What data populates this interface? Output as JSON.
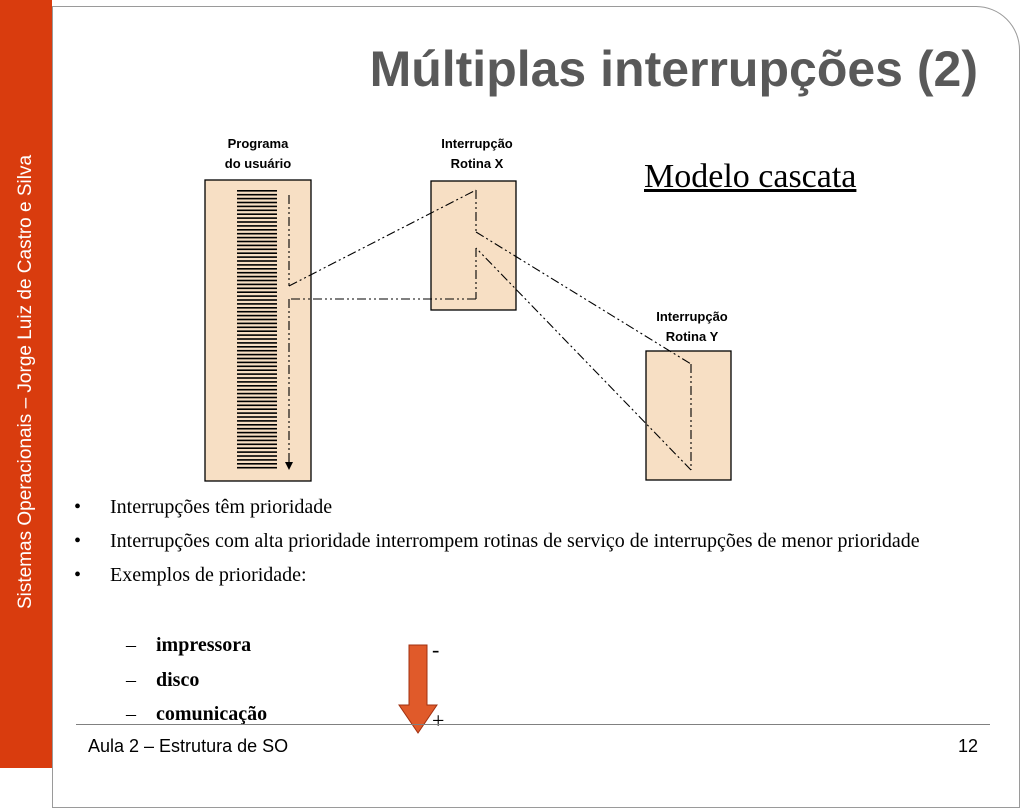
{
  "sidebar": {
    "text": "Sistemas Operacionais – Jorge Luiz de Castro e Silva"
  },
  "title": "Múltiplas interrupções (2)",
  "diagram": {
    "user_program_label_1": "Programa",
    "user_program_label_2": "do usuário",
    "routine_x_label_1": "Interrupção",
    "routine_x_label_2": "Rotina X",
    "routine_y_label_1": "Interrupção",
    "routine_y_label_2": "Rotina Y",
    "box_fill": "#f7dfc4"
  },
  "model_title": "Modelo cascata",
  "bullets": [
    "Interrupções têm prioridade",
    "Interrupções com alta prioridade interrompem rotinas de serviço de interrupções de menor prioridade",
    "Exemplos de prioridade:"
  ],
  "bullet_symbol": "•",
  "sub_dash": "–",
  "sub_items": [
    "impressora",
    "disco",
    "comunicação"
  ],
  "priority": {
    "low": "-",
    "high": "+",
    "arrow_color": "#e05a2a"
  },
  "footer": {
    "left": "Aula 2 – Estrutura de SO",
    "page": "12"
  }
}
